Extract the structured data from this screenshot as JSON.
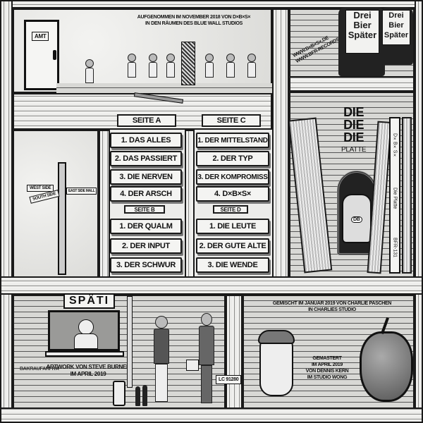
{
  "credits": {
    "recorded_line1": "Aufgenommen im November 2018 von D×B×S×",
    "recorded_line2": "in den Räumen des Blue Wall Studios",
    "mixed_line1": "Gemischt im Januar 2019 von Charlie Paschen",
    "mixed_line2": "in Charlies Studio",
    "mastered_line1": "Gemastert",
    "mastered_line2": "im April 2019",
    "mastered_line3": "von Dennis Kern",
    "mastered_line4": "im Studio Wong",
    "artwork_line1": "Artwork von Steve Burner",
    "artwork_line2": "im April 2019"
  },
  "signs": {
    "door": "AMT",
    "west": "West Side",
    "south": "South Side",
    "east": "East Side Mall",
    "spaeti": "Späti",
    "catalog": "LC 91280",
    "label_logo": "Bakraufarfita"
  },
  "urls": [
    "www.D×B×S×.de",
    "www.bfr-records.de"
  ],
  "bottles": [
    "Drei Bier Später",
    "Drei Bier Später"
  ],
  "graffiti": {
    "line1": "Die",
    "line2": "Die",
    "line3": "Die",
    "line4": "Platte"
  },
  "train_badge": "DB",
  "record_spine": {
    "artist": "D×B×S×",
    "title": "Die Platte",
    "catalog": "BFR-131"
  },
  "sides": [
    {
      "label": "Seite A",
      "tracks": [
        "1. Das Alles",
        "2. Das Passiert",
        "3. Die Nerven",
        "4. Der Arsch"
      ]
    },
    {
      "label": "Seite B",
      "tracks": [
        "1. Der Qualm",
        "2. Der Input",
        "3. Der Schwur"
      ]
    },
    {
      "label": "Seite C",
      "tracks": [
        "1. Der Mittelstand",
        "2. Der Typ",
        "3. Der Kompromiss",
        "4. D×B×S×"
      ]
    },
    {
      "label": "Seite D",
      "tracks": [
        "1. Die Leute",
        "2. Der gute Alte",
        "3. Die Wende"
      ]
    }
  ]
}
